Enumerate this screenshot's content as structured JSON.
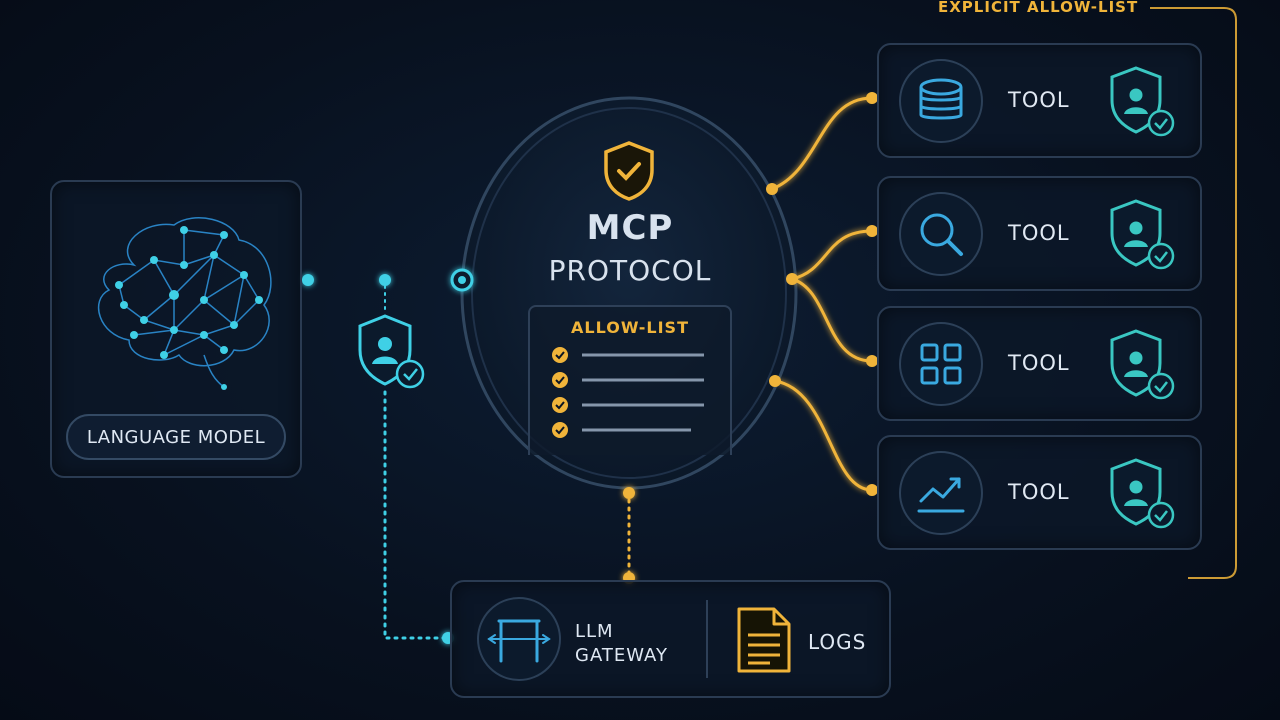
{
  "language_model": {
    "label": "LANGUAGE MODEL"
  },
  "mcp": {
    "title": "MCP",
    "subtitle": "PROTOCOL",
    "allow_list_title": "ALLOW-LIST"
  },
  "explicit_allow_list": "EXPLICIT ALLOW-LIST",
  "tools": [
    {
      "label": "TOOL",
      "icon": "database-icon"
    },
    {
      "label": "TOOL",
      "icon": "search-icon"
    },
    {
      "label": "TOOL",
      "icon": "grid-icon"
    },
    {
      "label": "TOOL",
      "icon": "trend-chart-icon"
    }
  ],
  "gateway": {
    "line1": "LLM",
    "line2": "GATEWAY"
  },
  "logs": {
    "label": "LOGS"
  },
  "colors": {
    "accent_gold": "#f0b43a",
    "accent_cyan": "#3fd0e6",
    "panel_border": "#2a3b52"
  }
}
